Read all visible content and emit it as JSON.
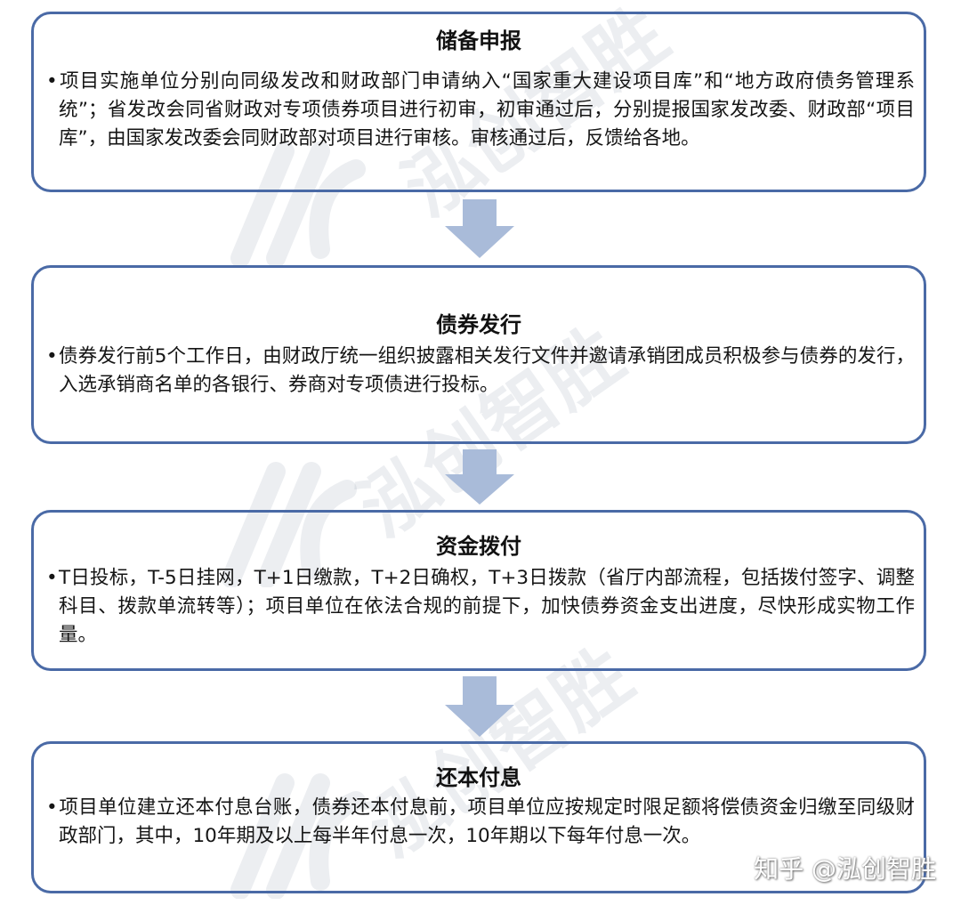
{
  "stages": [
    {
      "title": "储备申报",
      "bullet": "•",
      "text": "项目实施单位分别向同级发改和财政部门申请纳入“国家重大建设项目库”和“地方政府债务管理系统”；省发改会同省财政对专项债券项目进行初审，初审通过后，分别提报国家发改委、财政部“项目库”，由国家发改委会同财政部对项目进行审核。审核通过后，反馈给各地。"
    },
    {
      "title": "债券发行",
      "bullet": "•",
      "text": "债券发行前5个工作日，由财政厅统一组织披露相关发行文件并邀请承销团成员积极参与债券的发行，入选承销商名单的各银行、券商对专项债进行投标。"
    },
    {
      "title": "资金拨付",
      "bullet": "•",
      "text": "T日投标，T-5日挂网，T+1日缴款，T+2日确权，T+3日拨款（省厅内部流程，包括拨付签字、调整科目、拨款单流转等）；项目单位在依法合规的前提下，加快债券资金支出进度，尽快形成实物工作量。"
    },
    {
      "title": "还本付息",
      "bullet": "•",
      "text": "项目单位建立还本付息台账，债券还本付息前，项目单位应按规定时限足额将偿债资金归缴至同级财政部门，其中，10年期及以上每半年付息一次，10年期以下每年付息一次。"
    }
  ],
  "watermark": {
    "text": "泓创智胜",
    "footer": "知乎 @泓创智胜"
  },
  "colors": {
    "border": "#4a6aa6",
    "arrow": "#a9bbd9"
  }
}
